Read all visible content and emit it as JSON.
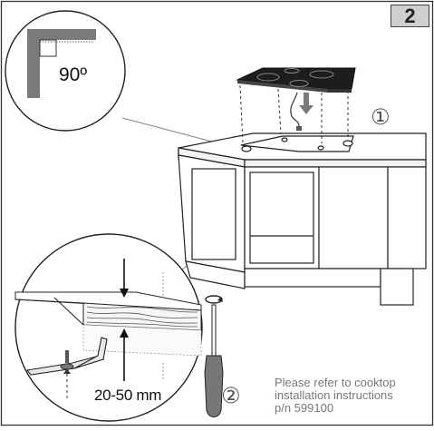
{
  "step_number": "2",
  "angle_label": "90º",
  "thickness_label": "20-50 mm",
  "marker_1": "①",
  "marker_2": "②",
  "note_lines": [
    "Please refer to cooktop",
    "installation instructions",
    "p/n 599100"
  ],
  "icons": [
    "cooktop-icon",
    "cabinet-icon",
    "screwdriver-icon",
    "clamp-bracket-icon",
    "rotate-arrow-icon"
  ],
  "colors": {
    "line": "#222222",
    "accent_arrow": "#7a7a7a",
    "corner": "#7a7a7a",
    "badge": "#cfcfcf"
  }
}
